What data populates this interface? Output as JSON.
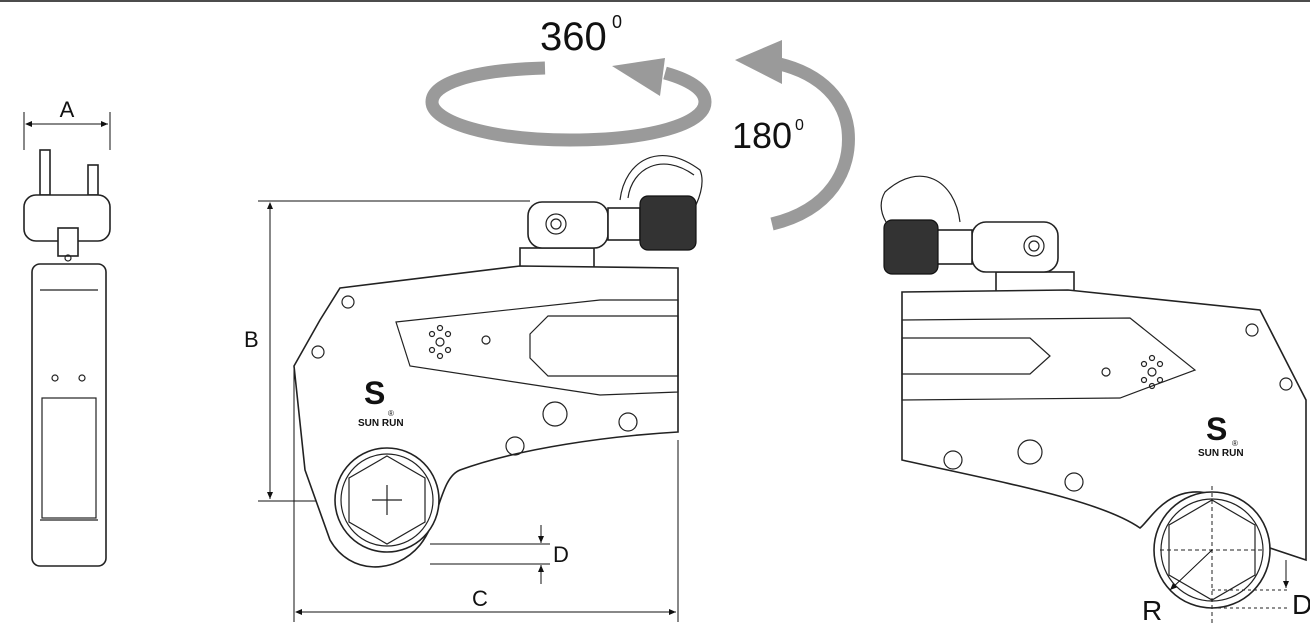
{
  "labels": {
    "rotation_360": "360",
    "rotation_360_sup": "0",
    "rotation_180": "180",
    "rotation_180_sup": "0",
    "dim_a": "A",
    "dim_b": "B",
    "dim_c": "C",
    "dim_d": "D",
    "dim_d_right": "D",
    "dim_r": "R"
  },
  "brand": {
    "logo_letter": "S",
    "name": "SUN RUN",
    "registered": "®"
  },
  "colors": {
    "arrow_gray": "#9a9a9a",
    "line": "#222222",
    "background": "#ffffff"
  }
}
